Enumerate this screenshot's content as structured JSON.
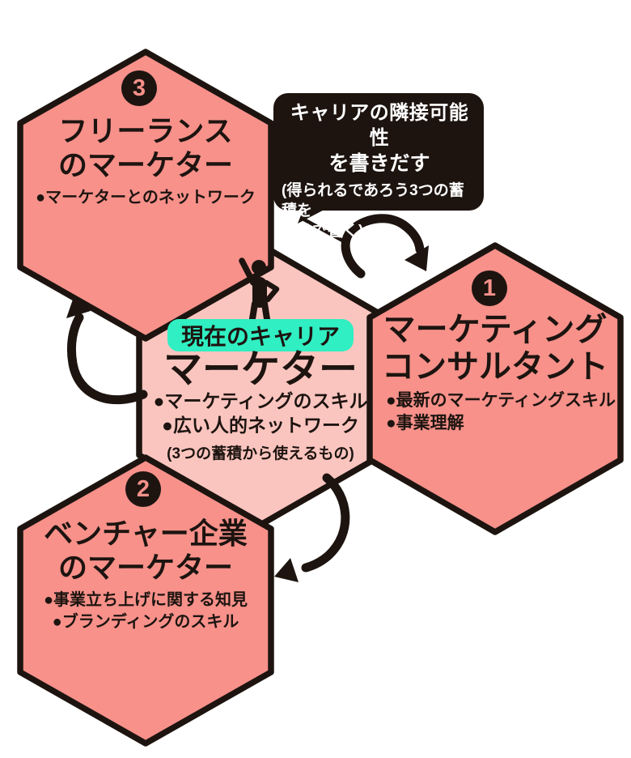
{
  "bubble": {
    "line1": "キャリアの隣接可能性",
    "line2": "を書きだす",
    "note1": "(得られるであろう3つの蓄積を",
    "note2": "想像で書く)"
  },
  "center": {
    "tag": "現在のキャリア",
    "title": "マーケター",
    "bullet1": "●マーケティングのスキル",
    "bullet2": "●広い人的ネットワーク",
    "note": "(3つの蓄積から使えるもの)"
  },
  "hex1": {
    "badge": "1",
    "title1": "マーケティング",
    "title2": "コンサルタント",
    "bullet1": "●最新のマーケティングスキル",
    "bullet2": "●事業理解"
  },
  "hex2": {
    "badge": "2",
    "title1": "ベンチャー企業",
    "title2": "のマーケター",
    "bullet1": "●事業立ち上げに関する知見",
    "bullet2": "●ブランディングのスキル"
  },
  "hex3": {
    "badge": "3",
    "title1": "フリーランス",
    "title2": "のマーケター",
    "bullet1": "●マーケターとのネットワーク"
  },
  "colors": {
    "salmon": "#f7918a",
    "light_pink": "#fbc5bf",
    "ink": "#1d1410",
    "teal": "#30efc2",
    "background": "#ffffff"
  }
}
